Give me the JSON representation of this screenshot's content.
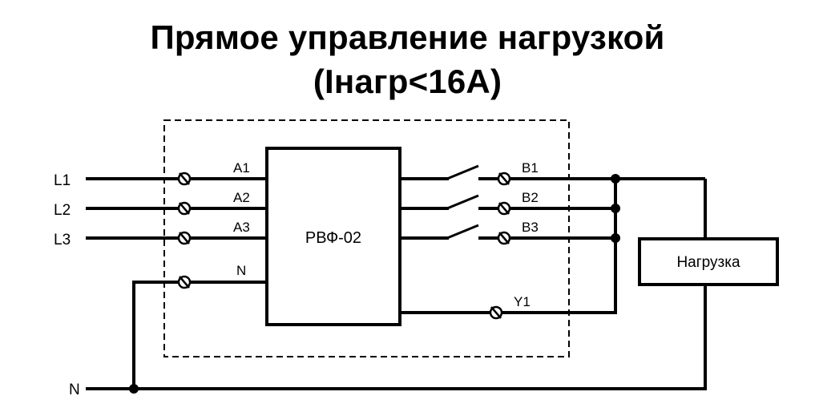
{
  "title": {
    "line1": "Прямое управление нагрузкой",
    "line2": "(Iнагр<16А)"
  },
  "inputs": {
    "l1": "L1",
    "l2": "L2",
    "l3": "L3",
    "n": "N"
  },
  "device": {
    "name": "РВФ-02",
    "inputs": {
      "a1": "A1",
      "a2": "A2",
      "a3": "A3",
      "n": "N"
    },
    "outputs": {
      "b1": "B1",
      "b2": "B2",
      "b3": "B3",
      "y1": "Y1"
    }
  },
  "load": {
    "label": "Нагрузка"
  }
}
